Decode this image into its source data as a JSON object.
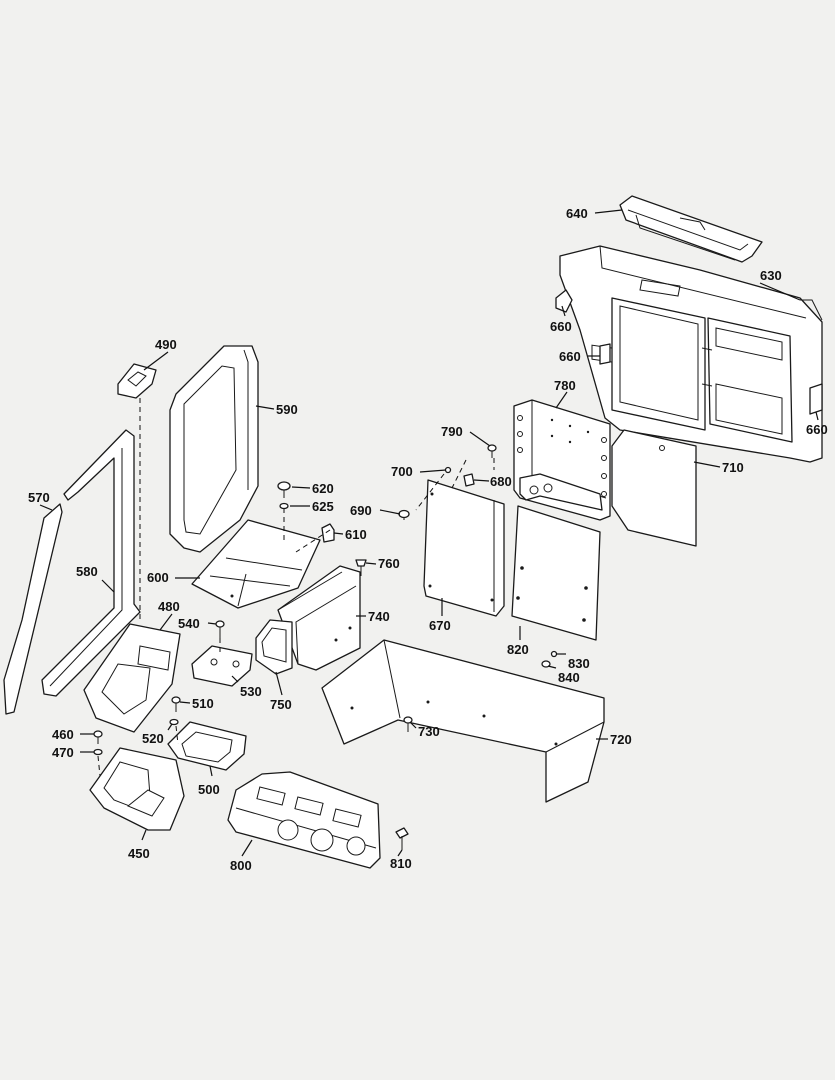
{
  "callouts": [
    {
      "id": "c640",
      "text": "640"
    },
    {
      "id": "c630",
      "text": "630"
    },
    {
      "id": "c660a",
      "text": "660"
    },
    {
      "id": "c660b",
      "text": "660"
    },
    {
      "id": "c660c",
      "text": "660"
    },
    {
      "id": "c780",
      "text": "780"
    },
    {
      "id": "c790",
      "text": "790"
    },
    {
      "id": "c700",
      "text": "700"
    },
    {
      "id": "c680",
      "text": "680"
    },
    {
      "id": "c710",
      "text": "710"
    },
    {
      "id": "c690",
      "text": "690"
    },
    {
      "id": "c490",
      "text": "490"
    },
    {
      "id": "c590",
      "text": "590"
    },
    {
      "id": "c620",
      "text": "620"
    },
    {
      "id": "c625",
      "text": "625"
    },
    {
      "id": "c610",
      "text": "610"
    },
    {
      "id": "c570",
      "text": "570"
    },
    {
      "id": "c580",
      "text": "580"
    },
    {
      "id": "c600",
      "text": "600"
    },
    {
      "id": "c760",
      "text": "760"
    },
    {
      "id": "c740",
      "text": "740"
    },
    {
      "id": "c670",
      "text": "670"
    },
    {
      "id": "c820",
      "text": "820"
    },
    {
      "id": "c830",
      "text": "830"
    },
    {
      "id": "c840",
      "text": "840"
    },
    {
      "id": "c480",
      "text": "480"
    },
    {
      "id": "c540",
      "text": "540"
    },
    {
      "id": "c530",
      "text": "530"
    },
    {
      "id": "c750",
      "text": "750"
    },
    {
      "id": "c510",
      "text": "510"
    },
    {
      "id": "c520",
      "text": "520"
    },
    {
      "id": "c460",
      "text": "460"
    },
    {
      "id": "c470",
      "text": "470"
    },
    {
      "id": "c500",
      "text": "500"
    },
    {
      "id": "c730",
      "text": "730"
    },
    {
      "id": "c720",
      "text": "720"
    },
    {
      "id": "c450",
      "text": "450"
    },
    {
      "id": "c800",
      "text": "800"
    },
    {
      "id": "c810",
      "text": "810"
    }
  ]
}
